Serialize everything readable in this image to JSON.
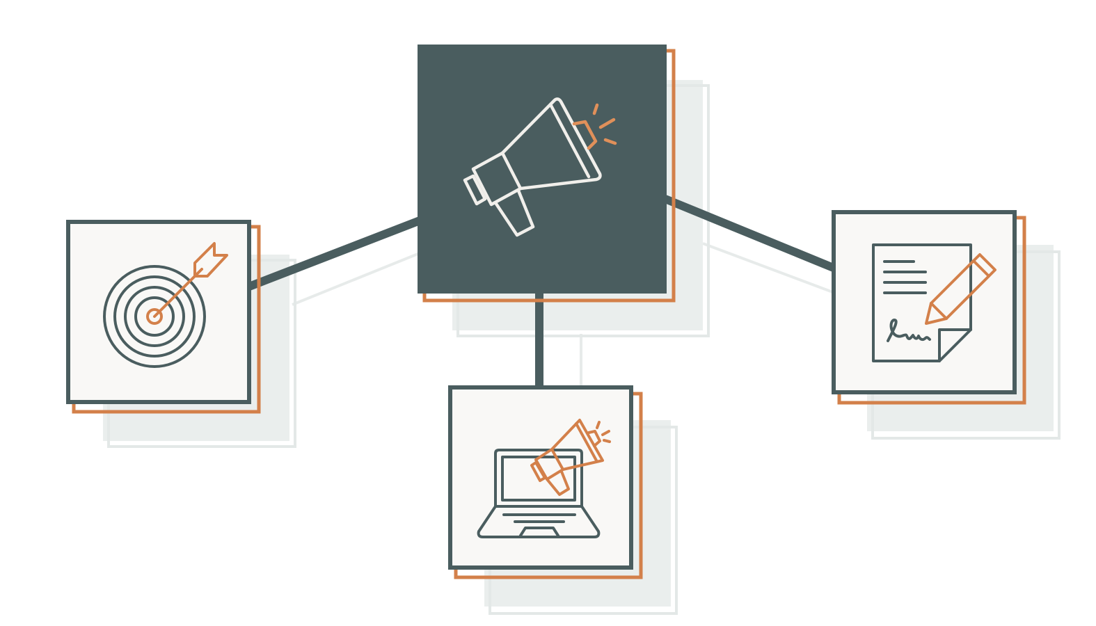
{
  "colors": {
    "dark": "#4a5d5f",
    "accent": "#d3804a",
    "card": "#f9f8f6",
    "ghost": "#eaeeed",
    "icon_light": "#f1efeb"
  },
  "nodes": [
    {
      "id": "center",
      "icon": "megaphone-icon",
      "style": "dark"
    },
    {
      "id": "left",
      "icon": "target-with-arrow-icon",
      "style": "light"
    },
    {
      "id": "right",
      "icon": "signed-document-with-pencil-icon",
      "style": "light"
    },
    {
      "id": "bottom",
      "icon": "laptop-with-megaphone-icon",
      "style": "light"
    }
  ],
  "edges": [
    {
      "from": "center",
      "to": "left"
    },
    {
      "from": "center",
      "to": "right"
    },
    {
      "from": "center",
      "to": "bottom"
    }
  ]
}
